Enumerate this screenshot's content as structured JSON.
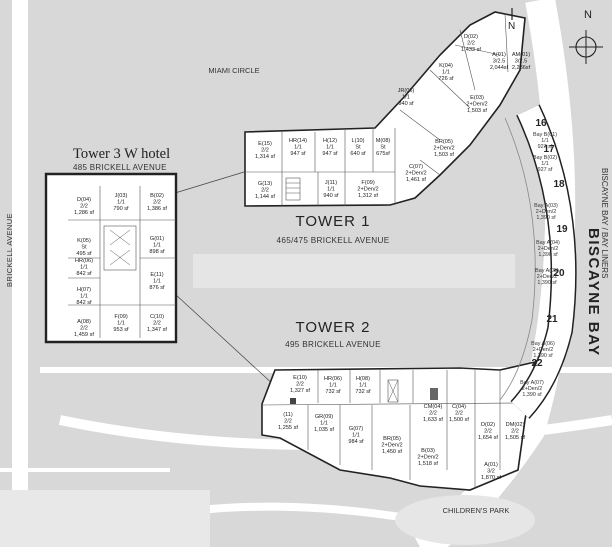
{
  "labels": {
    "miami_circle": "MIAMI CIRCLE",
    "childrens_park": "CHILDREN'S PARK",
    "brickell_avenue": "BRICKELL AVENUE",
    "biscayne_bay": "BISCAYNE BAY",
    "biscayne_bay_sub": "BISCAYNE BAY / BAY LINERS",
    "compass_n": "N"
  },
  "hotel": {
    "title": "Tower 3 W hotel",
    "address": "485 BRICKELL AVENUE",
    "units": [
      {
        "name": "D(04)",
        "type": "2/2",
        "size": "1,286 sf"
      },
      {
        "name": "J(03)",
        "type": "1/1",
        "size": "790 sf"
      },
      {
        "name": "B(02)",
        "type": "2/2",
        "size": "1,386 sf"
      },
      {
        "name": "K(05)",
        "type": "St",
        "size": "495 sf"
      },
      {
        "name": "G(01)",
        "type": "1/1",
        "size": "898 sf"
      },
      {
        "name": "HR(06)",
        "type": "1/1",
        "size": "842 sf"
      },
      {
        "name": "E(11)",
        "type": "1/1",
        "size": "876 sf"
      },
      {
        "name": "H(07)",
        "type": "1/1",
        "size": "842 sf"
      },
      {
        "name": "A(08)",
        "type": "2/2",
        "size": "1,459 sf"
      },
      {
        "name": "F(09)",
        "type": "1/1",
        "size": "953 sf"
      },
      {
        "name": "C(10)",
        "type": "2/2",
        "size": "1,347 sf"
      }
    ]
  },
  "tower1": {
    "name": "TOWER 1",
    "address": "465/475 BRICKELL AVENUE",
    "units": [
      {
        "name": "D(02)",
        "type": "2/2",
        "size": "1,433 sf"
      },
      {
        "name": "A(01)",
        "type": "3/2.5",
        "size": "2,044sf"
      },
      {
        "name": "AM(01)",
        "type": "3/2.5",
        "size": "2,236sf"
      },
      {
        "name": "K(04)",
        "type": "1/1",
        "size": "726 sf"
      },
      {
        "name": "E(03)",
        "type": "2+Den/2",
        "size": "1,503 sf"
      },
      {
        "name": "JR(06)",
        "type": "1/1",
        "size": "940 sf"
      },
      {
        "name": "BR(05)",
        "type": "2+Den/2",
        "size": "1,503 sf"
      },
      {
        "name": "E(15)",
        "type": "2/2",
        "size": "1,314 sf"
      },
      {
        "name": "HR(14)",
        "type": "1/1",
        "size": "947 sf"
      },
      {
        "name": "H(12)",
        "type": "1/1",
        "size": "947 sf"
      },
      {
        "name": "L(10)",
        "type": "St",
        "size": "640 sf"
      },
      {
        "name": "M(08)",
        "type": "St",
        "size": "675sf"
      },
      {
        "name": "C(07)",
        "type": "2+Den/2",
        "size": "1,461 sf"
      },
      {
        "name": "G(13)",
        "type": "2/2",
        "size": "1,144 sf"
      },
      {
        "name": "J(11)",
        "type": "1/1",
        "size": "940 sf"
      },
      {
        "name": "F(09)",
        "type": "2+Den/2",
        "size": "1,312 sf"
      }
    ]
  },
  "tower2": {
    "name": "TOWER 2",
    "address": "495 BRICKELL AVENUE",
    "units": [
      {
        "name": "E(10)",
        "type": "2/2",
        "size": "1,327 sf"
      },
      {
        "name": "HR(06)",
        "type": "1/1",
        "size": "732 sf"
      },
      {
        "name": "H(08)",
        "type": "1/1",
        "size": "732 sf"
      },
      {
        "name": "CM(04)",
        "type": "2/2",
        "size": "1,633 sf"
      },
      {
        "name": "C(04)",
        "type": "2/2",
        "size": "1,500 sf"
      },
      {
        "name": "D(02)",
        "type": "2/2",
        "size": "1,654 sf"
      },
      {
        "name": "DM(02)",
        "type": "2/2",
        "size": "1,505 sf"
      },
      {
        "name": "(11)",
        "type": "2/2",
        "size": "1,255 sf"
      },
      {
        "name": "GR(09)",
        "type": "1/1",
        "size": "1,035 sf"
      },
      {
        "name": "G(07)",
        "type": "1/1",
        "size": "984 sf"
      },
      {
        "name": "BR(05)",
        "type": "2+Den/2",
        "size": "1,450 sf"
      },
      {
        "name": "B(03)",
        "type": "2+Den/2",
        "size": "1,518 sf"
      },
      {
        "name": "A(01)",
        "type": "3/2",
        "size": "1,870 sf"
      }
    ]
  },
  "bay_liners": {
    "floors": [
      "16",
      "17",
      "18",
      "19",
      "20",
      "21",
      "22"
    ],
    "units": [
      {
        "name": "Bay B(01)",
        "type": "1/1",
        "size": "927 sf"
      },
      {
        "name": "Bay B(02)",
        "type": "1/1",
        "size": "927 sf"
      },
      {
        "name": "Bay A(03)",
        "type": "2+Den/2",
        "size": "1,390 sf"
      },
      {
        "name": "Bay A(04)",
        "type": "2+Den/2",
        "size": "1,390 sf"
      },
      {
        "name": "Bay A(05)",
        "type": "2+Den/2",
        "size": "1,390 sf"
      },
      {
        "name": "Bay A(06)",
        "type": "2+Den/2",
        "size": "1,390 sf"
      },
      {
        "name": "Bay A(07)",
        "type": "2+Den/2",
        "size": "1,390 sf"
      }
    ]
  }
}
